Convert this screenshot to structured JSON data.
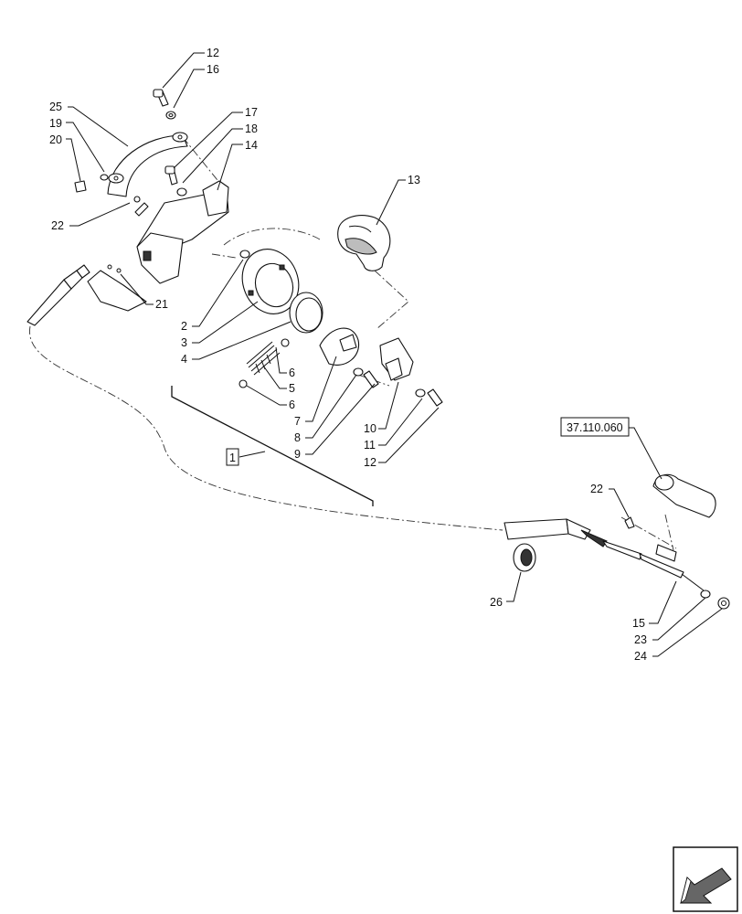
{
  "callouts": {
    "c12a": "12",
    "c16": "16",
    "c25": "25",
    "c19": "19",
    "c20": "20",
    "c17": "17",
    "c18": "18",
    "c14": "14",
    "c13": "13",
    "c22a": "22",
    "c21": "21",
    "c2": "2",
    "c3": "3",
    "c4": "4",
    "c6a": "6",
    "c5": "5",
    "c6b": "6",
    "c7": "7",
    "c8": "8",
    "c9": "9",
    "c10": "10",
    "c11": "11",
    "c12b": "12",
    "c1": "1",
    "c37": "37.110.060",
    "c22b": "22",
    "c26": "26",
    "c15": "15",
    "c23": "23",
    "c24": "24"
  },
  "icons": {
    "nav": "arrow-back-icon"
  }
}
